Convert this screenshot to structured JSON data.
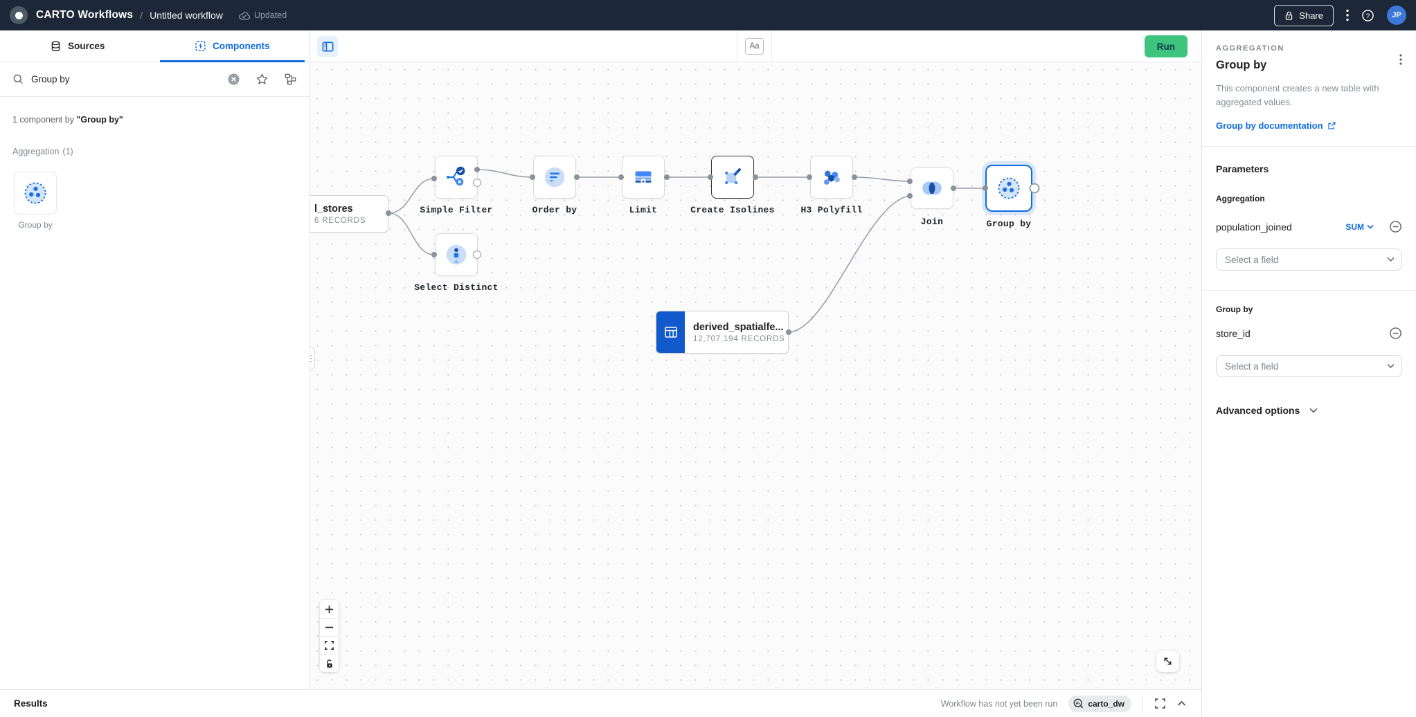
{
  "topbar": {
    "brand": "CARTO Workflows",
    "separator": "/",
    "workflow_title": "Untitled workflow",
    "status": "Updated",
    "share_label": "Share",
    "avatar_initials": "JP",
    "icons": [
      "cloud-check-icon",
      "lock-icon",
      "kebab-icon",
      "help-icon"
    ]
  },
  "sidebar": {
    "tabs": [
      {
        "label": "Sources",
        "icon": "database-icon",
        "active": false
      },
      {
        "label": "Components",
        "icon": "components-icon",
        "active": true
      }
    ],
    "search": {
      "value": "Group by",
      "icons": [
        "search-icon",
        "clear-icon",
        "star-icon",
        "org-chart-icon"
      ]
    },
    "result_summary_prefix": "1 component by ",
    "result_summary_query": "\"Group by\"",
    "section": {
      "title": "Aggregation",
      "count": "(1)",
      "components": [
        {
          "label": "Group by",
          "icon": "group-by-icon"
        }
      ]
    }
  },
  "canvas": {
    "toolbar": {
      "run_label": "Run",
      "annotation_label": "Aa",
      "icons": [
        "panel-toggle-icon",
        "annotation-icon"
      ]
    },
    "nodes": [
      {
        "label": "Simple Filter",
        "icon": "simple-filter-icon"
      },
      {
        "label": "Select Distinct",
        "icon": "select-distinct-icon"
      },
      {
        "label": "Order by",
        "icon": "order-by-icon"
      },
      {
        "label": "Limit",
        "icon": "limit-icon"
      },
      {
        "label": "Create Isolines",
        "icon": "create-isolines-icon"
      },
      {
        "label": "H3 Polyfill",
        "icon": "h3-polyfill-icon"
      },
      {
        "label": "Join",
        "icon": "join-icon"
      },
      {
        "label": "Group by",
        "icon": "group-by-icon",
        "selected": true
      }
    ],
    "sources": [
      {
        "title": "l_stores",
        "records": "6 RECORDS",
        "icon": null
      },
      {
        "title": "derived_spatialfe...",
        "records": "12,707,194 RECORDS",
        "icon": "table-icon"
      }
    ],
    "controls": [
      "zoom-in-icon",
      "zoom-out-icon",
      "fit-view-icon",
      "lock-open-icon",
      "diagonal-arrow-icon"
    ]
  },
  "panel": {
    "category": "AGGREGATION",
    "title": "Group by",
    "description": "This component creates a new table with aggregated values.",
    "doc_link_label": "Group by documentation",
    "parameters_title": "Parameters",
    "aggregation_caption": "Aggregation",
    "aggregation_rows": [
      {
        "name": "population_joined",
        "aggregation": "SUM"
      }
    ],
    "groupby_caption": "Group by",
    "groupby_rows": [
      {
        "name": "store_id"
      }
    ],
    "select_placeholder": "Select a field",
    "advanced_label": "Advanced options",
    "icons": [
      "kebab-icon",
      "external-link-icon",
      "minus-circle-icon",
      "chevron-down-icon"
    ]
  },
  "results_bar": {
    "title": "Results",
    "status": "Workflow has not yet been run",
    "connection": "carto_dw",
    "icons": [
      "connection-icon",
      "expand-icon",
      "chevron-up-icon"
    ]
  },
  "colors": {
    "accent": "#0d6ce0",
    "run_button": "#3ec57d",
    "topbar_bg": "#1c2837",
    "selected_node_border": "#0d6ce0",
    "edge": "#9aa0a6",
    "canvas_dot": "#cdd0d3",
    "icon_dark_blue": "#174ea6",
    "icon_mid_blue": "#4285f4",
    "icon_light_blue": "#c9ddf8"
  }
}
